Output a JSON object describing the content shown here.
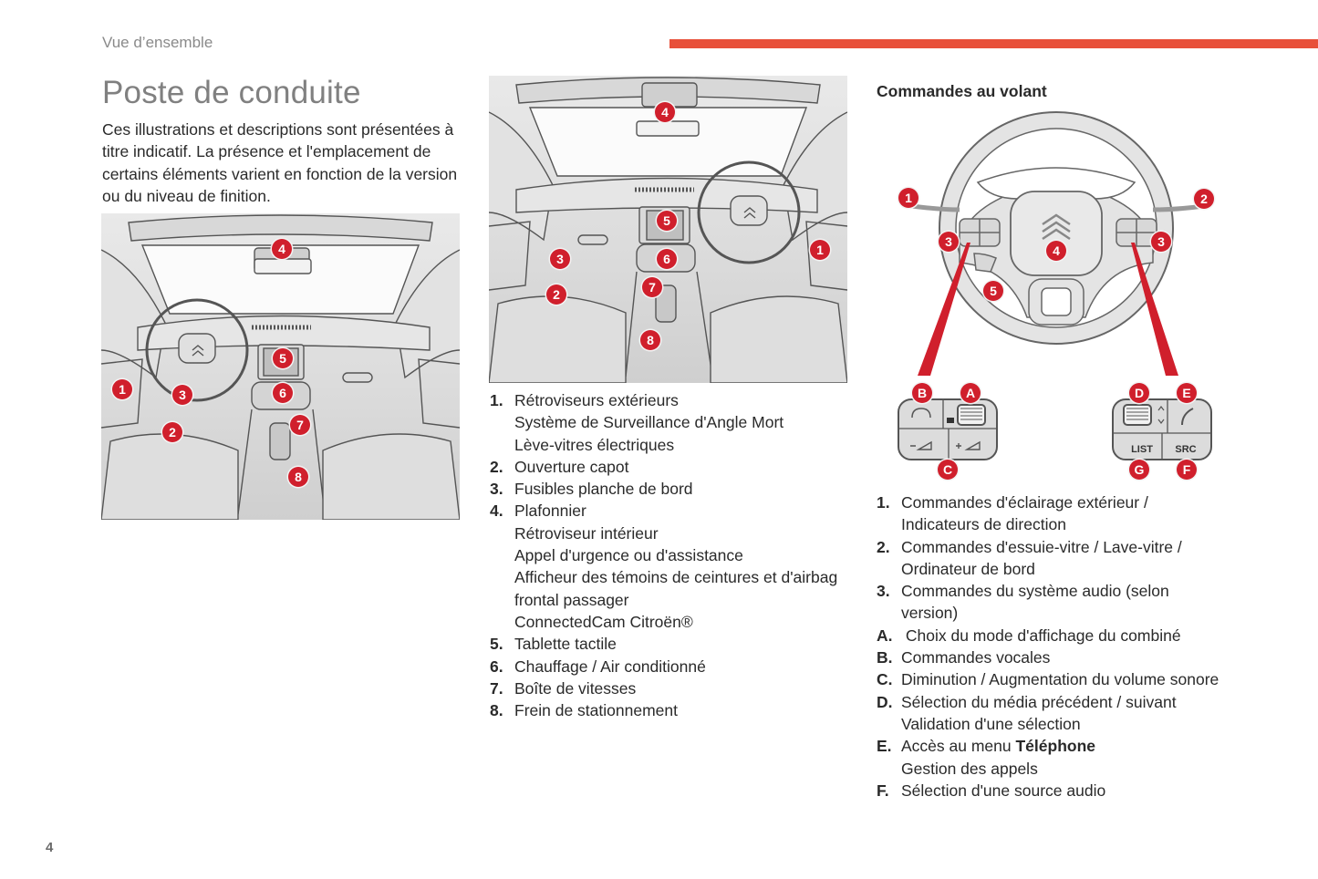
{
  "header": {
    "section": "Vue d’ensemble",
    "accent_color": "#e8503a"
  },
  "page": {
    "title": "Poste de conduite",
    "intro": "Ces illustrations et descriptions sont présentées à titre indicatif. La présence et l'emplacement de certains éléments varient en fonction de la version ou du niveau de finition.",
    "number": "4"
  },
  "illustrations": {
    "lhd_badges": [
      "1",
      "2",
      "3",
      "4",
      "5",
      "6",
      "7",
      "8"
    ],
    "rhd_badges": [
      "1",
      "2",
      "3",
      "4",
      "5",
      "6",
      "7",
      "8"
    ],
    "badge_color": "#d01f2c"
  },
  "dashboard_list": [
    {
      "num": "1.",
      "lines": [
        "Rétroviseurs extérieurs",
        "Système de Surveillance d'Angle Mort",
        "Lève-vitres électriques"
      ]
    },
    {
      "num": "2.",
      "lines": [
        "Ouverture capot"
      ]
    },
    {
      "num": "3.",
      "lines": [
        "Fusibles planche de bord"
      ]
    },
    {
      "num": "4.",
      "lines": [
        "Plafonnier",
        "Rétroviseur intérieur",
        "Appel d'urgence ou d'assistance",
        "Afficheur des témoins de ceintures et d'airbag",
        "frontal passager",
        "ConnectedCam Citroën®"
      ]
    },
    {
      "num": "5.",
      "lines": [
        "Tablette tactile"
      ]
    },
    {
      "num": "6.",
      "lines": [
        "Chauffage / Air conditionné"
      ]
    },
    {
      "num": "7.",
      "lines": [
        "Boîte de vitesses"
      ]
    },
    {
      "num": "8.",
      "lines": [
        "Frein de stationnement"
      ]
    }
  ],
  "steering": {
    "heading": "Commandes au volant",
    "wheel_badges": [
      "1",
      "2",
      "3",
      "3",
      "4",
      "5"
    ],
    "left_pad": {
      "badges": [
        "B",
        "A",
        "C"
      ]
    },
    "right_pad": {
      "badges": [
        "D",
        "E",
        "G",
        "F"
      ],
      "list_label": "LIST",
      "src_label": "SRC"
    },
    "list": [
      {
        "num": "1.",
        "lines": [
          "Commandes d'éclairage extérieur /",
          "Indicateurs de direction"
        ]
      },
      {
        "num": "2.",
        "lines": [
          "Commandes d'essuie-vitre / Lave-vitre /",
          "Ordinateur de bord"
        ]
      },
      {
        "num": "3.",
        "lines": [
          "Commandes du système audio (selon",
          "version)"
        ]
      },
      {
        "num": "A.",
        "lines": [
          " Choix du mode d'affichage du combiné"
        ]
      },
      {
        "num": "B.",
        "lines": [
          "Commandes vocales"
        ]
      },
      {
        "num": "C.",
        "lines": [
          "Diminution / Augmentation du volume sonore"
        ]
      },
      {
        "num": "D.",
        "lines": [
          "Sélection du média précédent / suivant",
          "Validation d'une sélection"
        ]
      },
      {
        "num": "E.",
        "lines": [
          "Accès au menu ",
          "Gestion des appels"
        ],
        "bold": "Téléphone"
      },
      {
        "num": "F.",
        "lines": [
          "Sélection d'une source audio"
        ]
      }
    ]
  }
}
